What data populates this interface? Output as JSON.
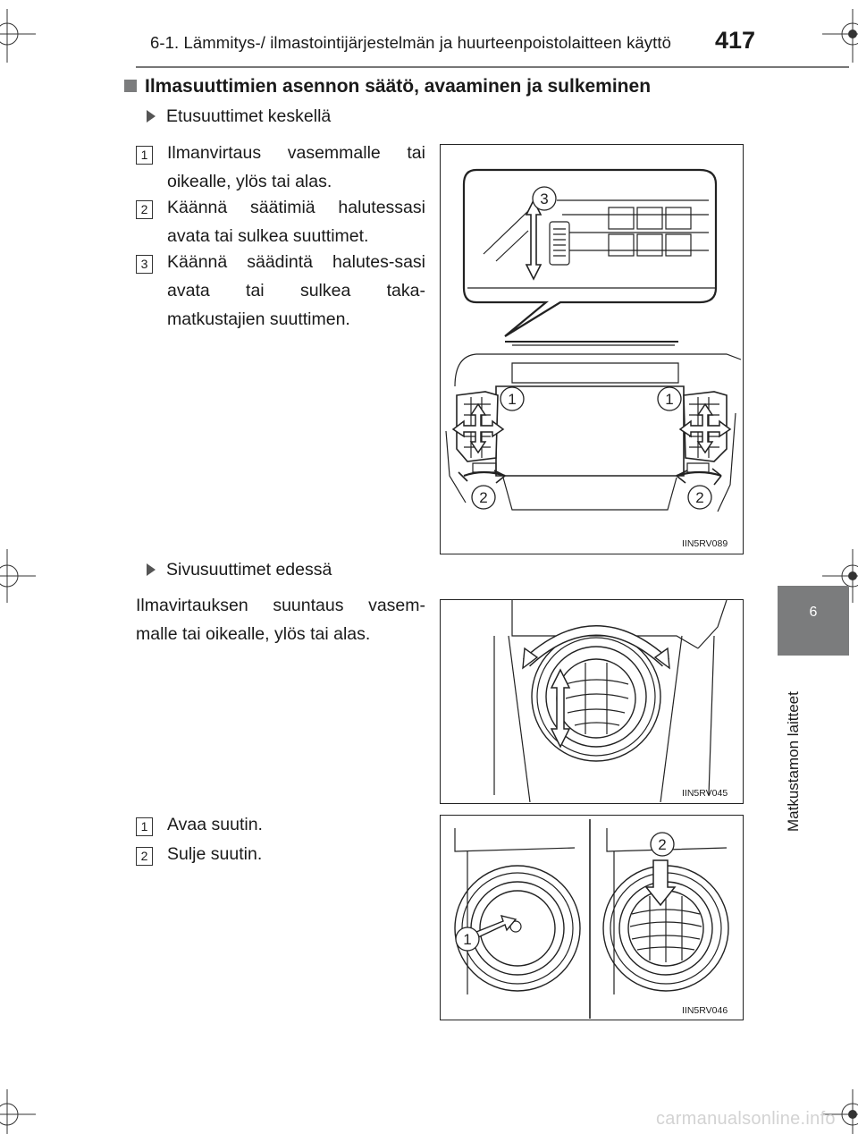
{
  "header": {
    "section_title": "6-1. Lämmitys-/ ilmastointijärjestelmän ja huurteenpoistolaitteen käyttö",
    "page_number": "417"
  },
  "side_tab": {
    "chapter_number": "6",
    "chapter_title": "Matkustamon laitteet"
  },
  "heading": "Ilmasuuttimien asennon säätö, avaaminen ja sulkeminen",
  "front_center": {
    "subheading": "Etusuuttimet keskellä",
    "items": [
      {
        "num": "1",
        "text": "Ilmanvirtaus vasemmalle tai oikealle, ylös tai alas."
      },
      {
        "num": "2",
        "text": "Käännä säätimiä halutessasi avata tai sulkea suuttimet."
      },
      {
        "num": "3",
        "text": "Käännä säädintä halutes-sasi avata tai sulkea taka-matkustajien suuttimen."
      }
    ],
    "figure_code": "IIN5RV089",
    "callouts": {
      "c1": "1",
      "c2": "2",
      "c3": "3"
    }
  },
  "front_side": {
    "subheading": "Sivusuuttimet edessä",
    "text": "Ilmavirtauksen suuntaus vasem-malle tai oikealle, ylös tai alas.",
    "figure_code": "IIN5RV045",
    "items": [
      {
        "num": "1",
        "text": "Avaa suutin."
      },
      {
        "num": "2",
        "text": "Sulje suutin."
      }
    ],
    "figure2_code": "IIN5RV046",
    "callouts": {
      "c1": "1",
      "c2": "2"
    }
  },
  "watermark": "carmanualsonline.info"
}
